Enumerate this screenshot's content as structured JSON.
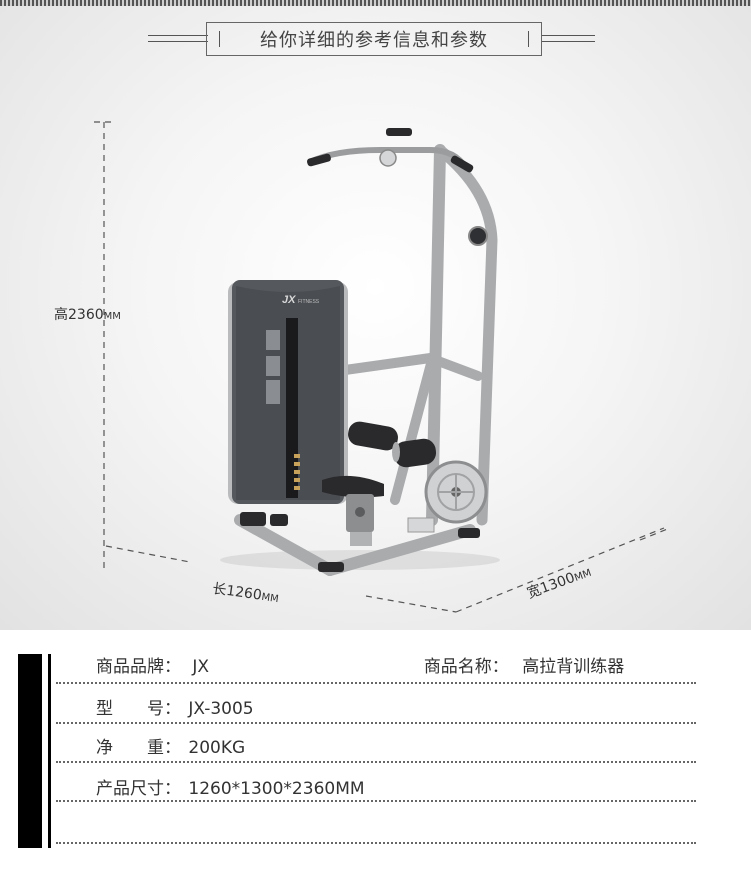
{
  "header": {
    "title": "给你详细的参考信息和参数"
  },
  "dimensions": {
    "height": {
      "prefix": "高",
      "value": "2360",
      "unit": "MM"
    },
    "length": {
      "prefix": "长",
      "value": "1260",
      "unit": "MM"
    },
    "width": {
      "prefix": "宽",
      "value": "1300",
      "unit": "MM"
    }
  },
  "machine": {
    "logo": "JX",
    "logo_sub": "FITNESS"
  },
  "specs": {
    "brand_label": "商品品牌：",
    "brand_value": "JX",
    "name_label": "商品名称：",
    "name_value": "高拉背训练器",
    "model_label": "型　　号：",
    "model_value": "JX-3005",
    "weight_label": "净　　重：",
    "weight_value": "200KG",
    "size_label": "产品尺寸：",
    "size_value": "1260*1300*2360MM"
  },
  "colors": {
    "frame": "#a9abad",
    "stack_body": "#55585d",
    "pad": "#2a2a2c",
    "accent": "#c8a25a"
  }
}
